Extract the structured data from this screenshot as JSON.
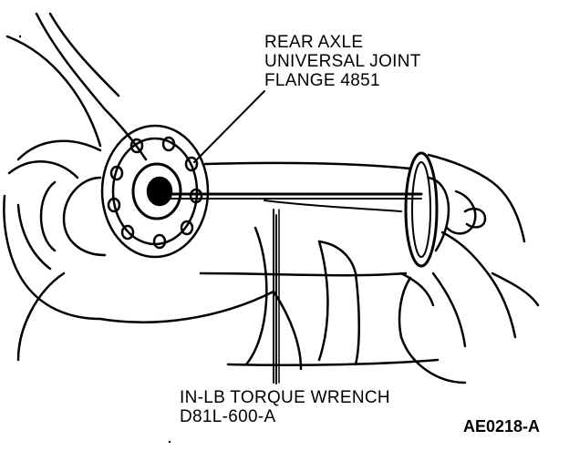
{
  "labels": {
    "flange": {
      "line1": "REAR AXLE",
      "line2": "UNIVERSAL JOINT",
      "line3": "FLANGE 4851"
    },
    "wrench": {
      "line1": "IN-LB TORQUE WRENCH",
      "line2": "D81L-600-A"
    }
  },
  "figure_id": "AE0218-A",
  "colors": {
    "ink": "#000000",
    "paper": "#ffffff"
  }
}
